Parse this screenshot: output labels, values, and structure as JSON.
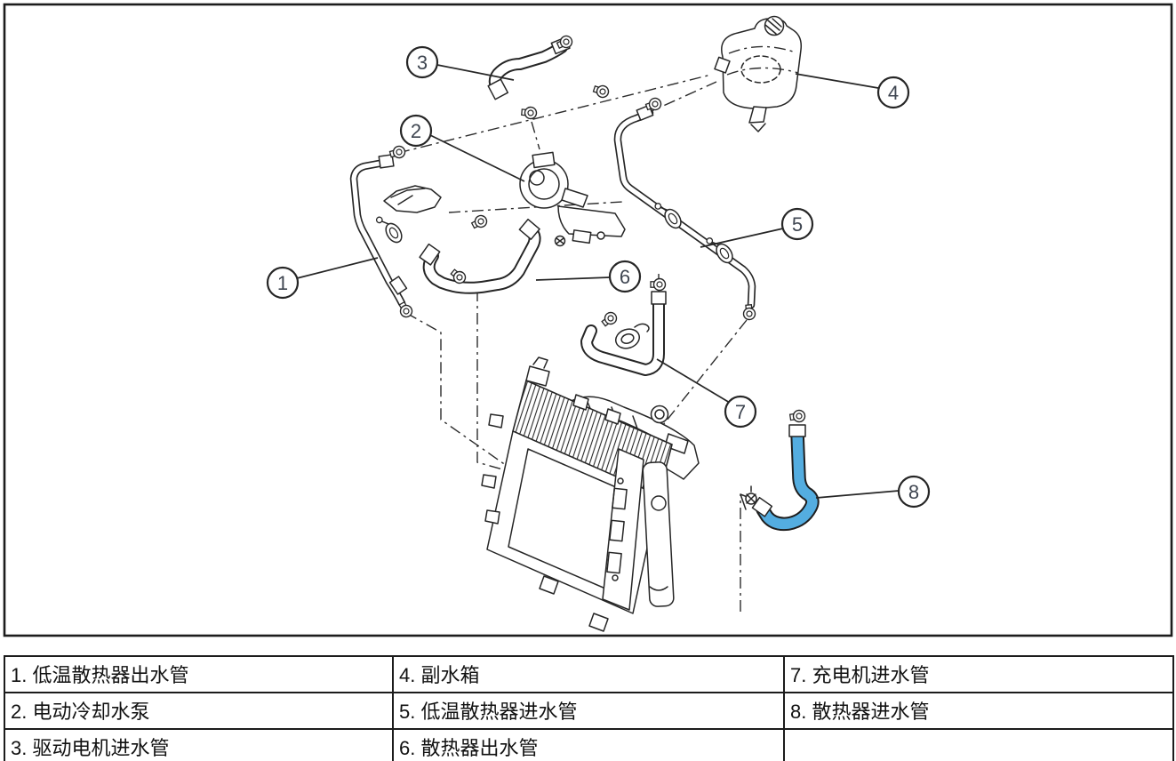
{
  "figure": {
    "description": "cooling-system-exploded-diagram",
    "callouts": [
      {
        "label": "1"
      },
      {
        "label": "2"
      },
      {
        "label": "3"
      },
      {
        "label": "4"
      },
      {
        "label": "5"
      },
      {
        "label": "6"
      },
      {
        "label": "7"
      },
      {
        "label": "8"
      }
    ],
    "highlighted_part": "8"
  },
  "colors": {
    "line": "#262626",
    "highlight_hose": "#54ade0",
    "callout_text": "#3f4651",
    "table_border": "#1c1c1c"
  },
  "table": {
    "rows": [
      [
        "1. 低温散热器出水管",
        "4. 副水箱",
        "7. 充电机进水管"
      ],
      [
        "2. 电动冷却水泵",
        "5. 低温散热器进水管",
        "8. 散热器进水管"
      ],
      [
        "3. 驱动电机进水管",
        "6. 散热器出水管",
        ""
      ]
    ]
  }
}
